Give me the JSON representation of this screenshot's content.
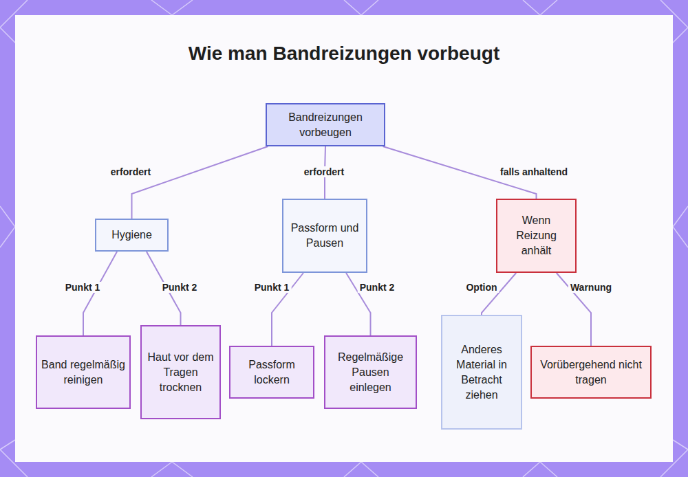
{
  "diagram": {
    "title": "Wie man Bandreizungen vorbeugt",
    "nodes": [
      {
        "text": [
          "Bandreizungen vorbeugen"
        ]
      },
      {
        "text": [
          "Hygiene"
        ]
      },
      {
        "text": [
          "Passform und Pausen"
        ]
      },
      {
        "text": [
          "Wenn Reizung anhält"
        ]
      },
      {
        "text": [
          "Band regelmäßig reinigen"
        ]
      },
      {
        "text": [
          "Haut vor dem Tragen trocknen"
        ]
      },
      {
        "text": [
          "Passform lockern"
        ]
      },
      {
        "text": [
          "Regelmäßige Pausen einlegen"
        ]
      },
      {
        "text": [
          "Anderes Material in Betracht ziehen"
        ]
      },
      {
        "text": [
          "Vorübergehend nicht tragen"
        ]
      }
    ],
    "edges": [
      {
        "from": 0,
        "to": 1,
        "label": "erfordert",
        "arrow": "none"
      },
      {
        "from": 0,
        "to": 2,
        "label": "erfordert",
        "arrow": "none"
      },
      {
        "from": 0,
        "to": 3,
        "label": "falls anhaltend",
        "arrow": "none"
      },
      {
        "from": 1,
        "to": 4,
        "label": "Punkt 1",
        "arrow": "none"
      },
      {
        "from": 1,
        "to": 5,
        "label": "Punkt 2",
        "arrow": "none"
      },
      {
        "from": 2,
        "to": 6,
        "label": "Punkt 1",
        "arrow": "none"
      },
      {
        "from": 2,
        "to": 7,
        "label": "Punkt 2",
        "arrow": "none"
      },
      {
        "from": 3,
        "to": 8,
        "label": "Option",
        "arrow": "none"
      },
      {
        "from": 3,
        "to": 9,
        "label": "Warnung",
        "arrow": "none"
      }
    ]
  }
}
